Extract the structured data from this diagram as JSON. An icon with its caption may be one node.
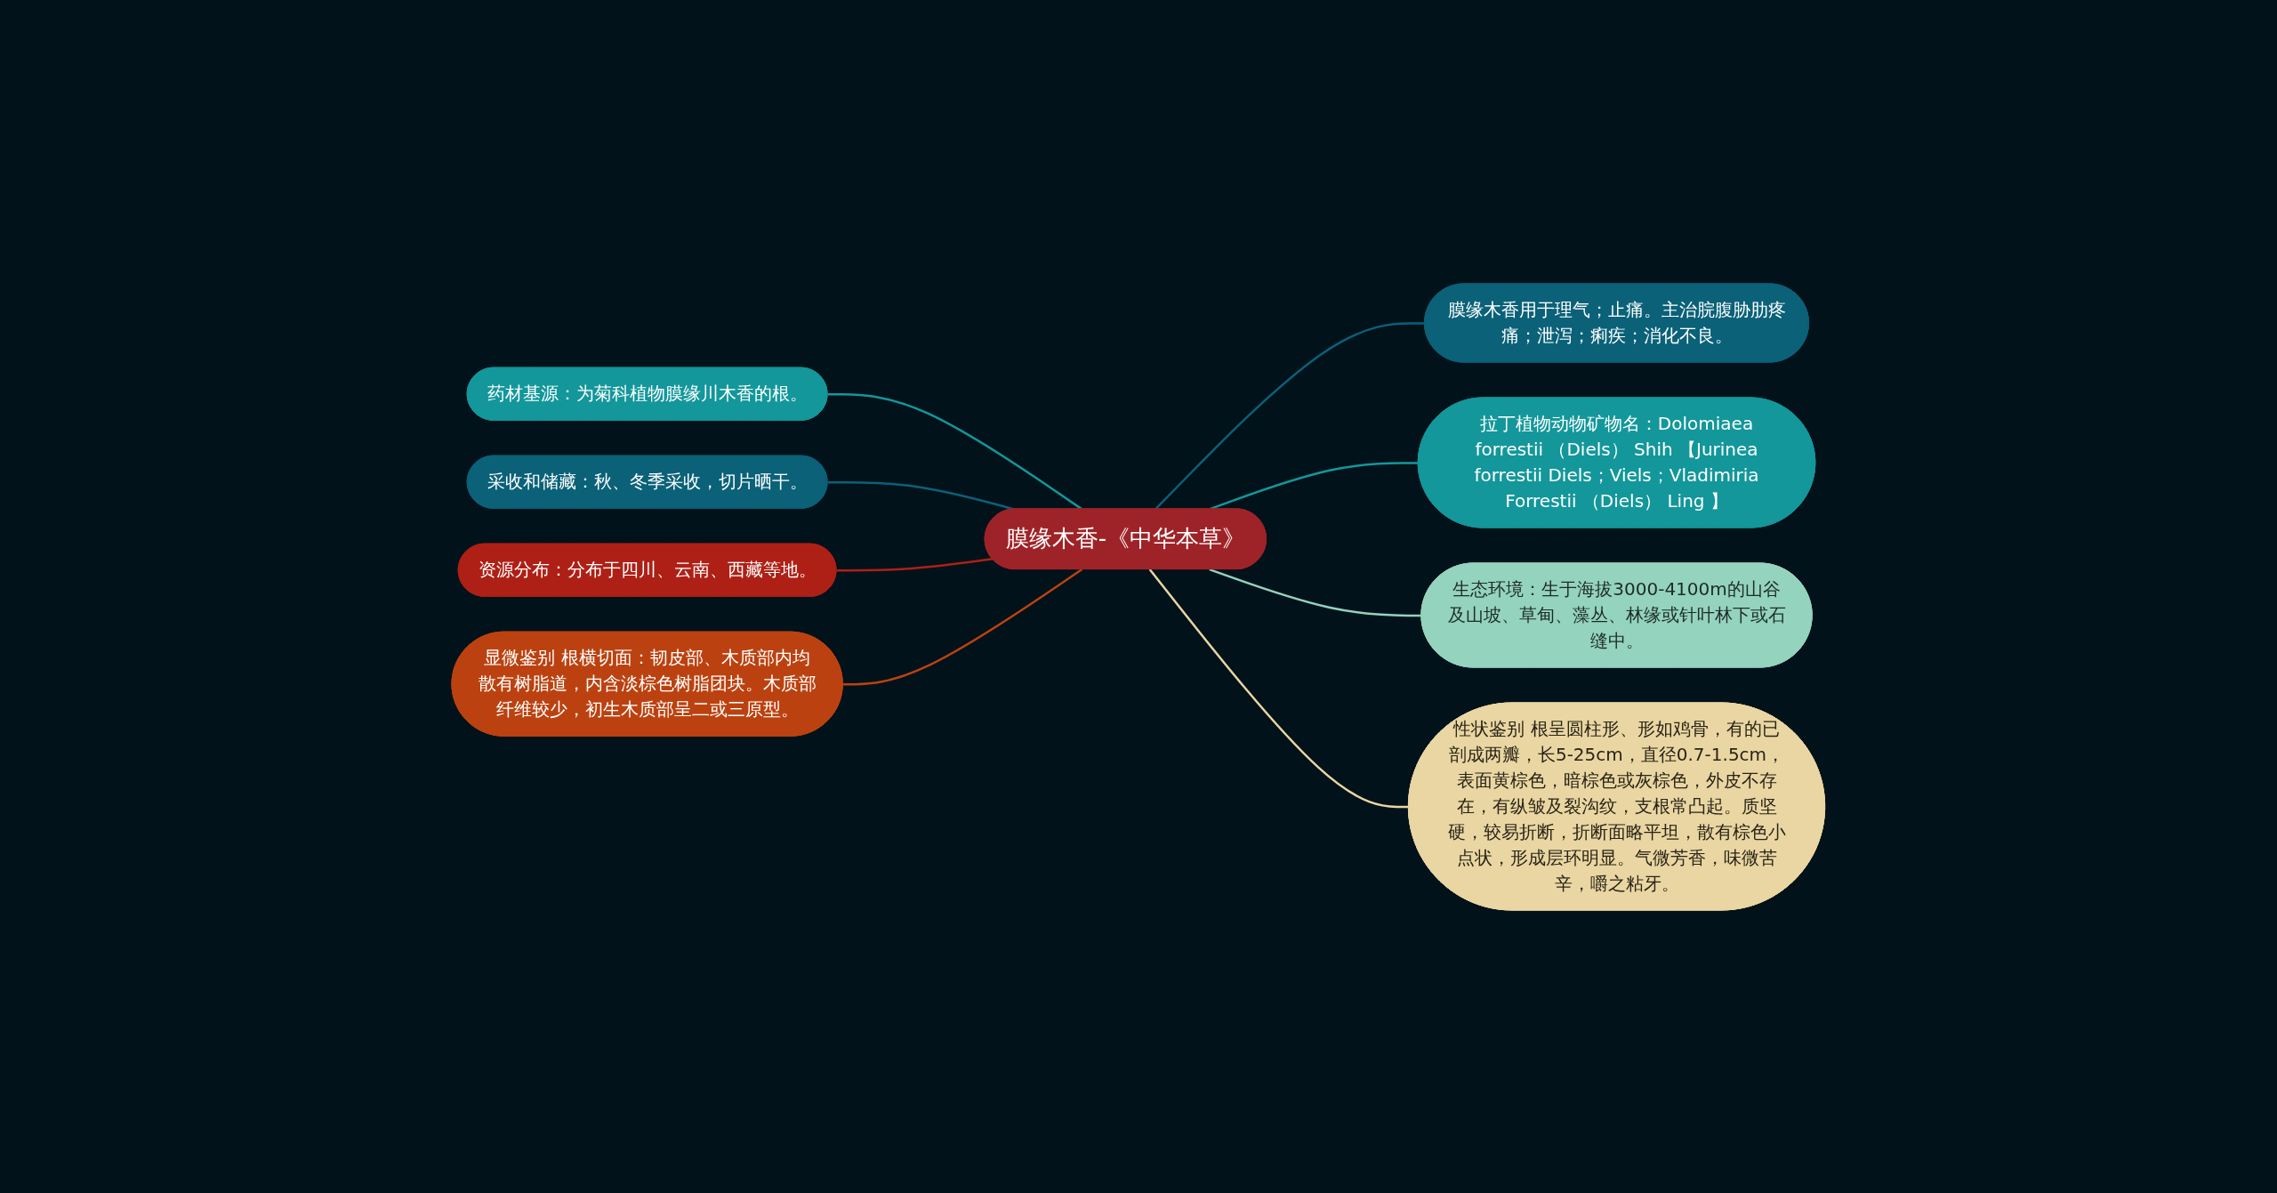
{
  "diagram": {
    "nodes": [
      {
        "text": [
          "膜缘木香-《中华本草》"
        ]
      },
      {
        "text": [
          "药材基源：为菊科植物膜缘川木香的根。"
        ]
      },
      {
        "text": [
          "采收和储藏：秋、冬季采收，切片晒干。"
        ]
      },
      {
        "text": [
          "资源分布：分布于四川、云南、西藏等地。"
        ]
      },
      {
        "text": [
          "显微鉴别 根横切面：韧皮部、木质部内均散有树脂道，内含淡棕色树脂团块。木质部纤维较少，初生木质部呈二或三原型。"
        ]
      },
      {
        "text": [
          "膜缘木香用于理气；止痛。主治脘腹胁肋疼痛；泄泻；痢疾；消化不良。"
        ]
      },
      {
        "text": [
          "拉丁植物动物矿物名：Dolomiaea forrestii （Diels） Shih 【Jurinea forrestii Diels；Viels；Vladimiria Forrestii （Diels） Ling 】"
        ]
      },
      {
        "text": [
          "生态环境：生于海拔3000-4100m的山谷及山坡、草甸、藻丛、林缘或针叶林下或石缝中。"
        ]
      },
      {
        "text": [
          "性状鉴别 根呈圆柱形、形如鸡骨，有的已剖成两瓣，长5-25cm，直径0.7-1.5cm，表面黄棕色，暗棕色或灰棕色，外皮不存在，有纵皱及裂沟纹，支根常凸起。质坚硬，较易折断，折断面略平坦，散有棕色小点状，形成层环明显。气微芳香，味微苦辛，嚼之粘牙。"
        ]
      }
    ],
    "edges": [
      {
        "from": 1,
        "to": 0,
        "arrow": "none",
        "color": "#13979a"
      },
      {
        "from": 2,
        "to": 0,
        "arrow": "none",
        "color": "#0a6178"
      },
      {
        "from": 3,
        "to": 0,
        "arrow": "none",
        "color": "#ae2016"
      },
      {
        "from": 4,
        "to": 0,
        "arrow": "none",
        "color": "#bb4210"
      },
      {
        "from": 0,
        "to": 5,
        "arrow": "none",
        "color": "#0a6178"
      },
      {
        "from": 0,
        "to": 6,
        "arrow": "none",
        "color": "#13979a"
      },
      {
        "from": 0,
        "to": 7,
        "arrow": "none",
        "color": "#94d3bd"
      },
      {
        "from": 0,
        "to": 8,
        "arrow": "none",
        "color": "#e9d6a3"
      }
    ]
  }
}
